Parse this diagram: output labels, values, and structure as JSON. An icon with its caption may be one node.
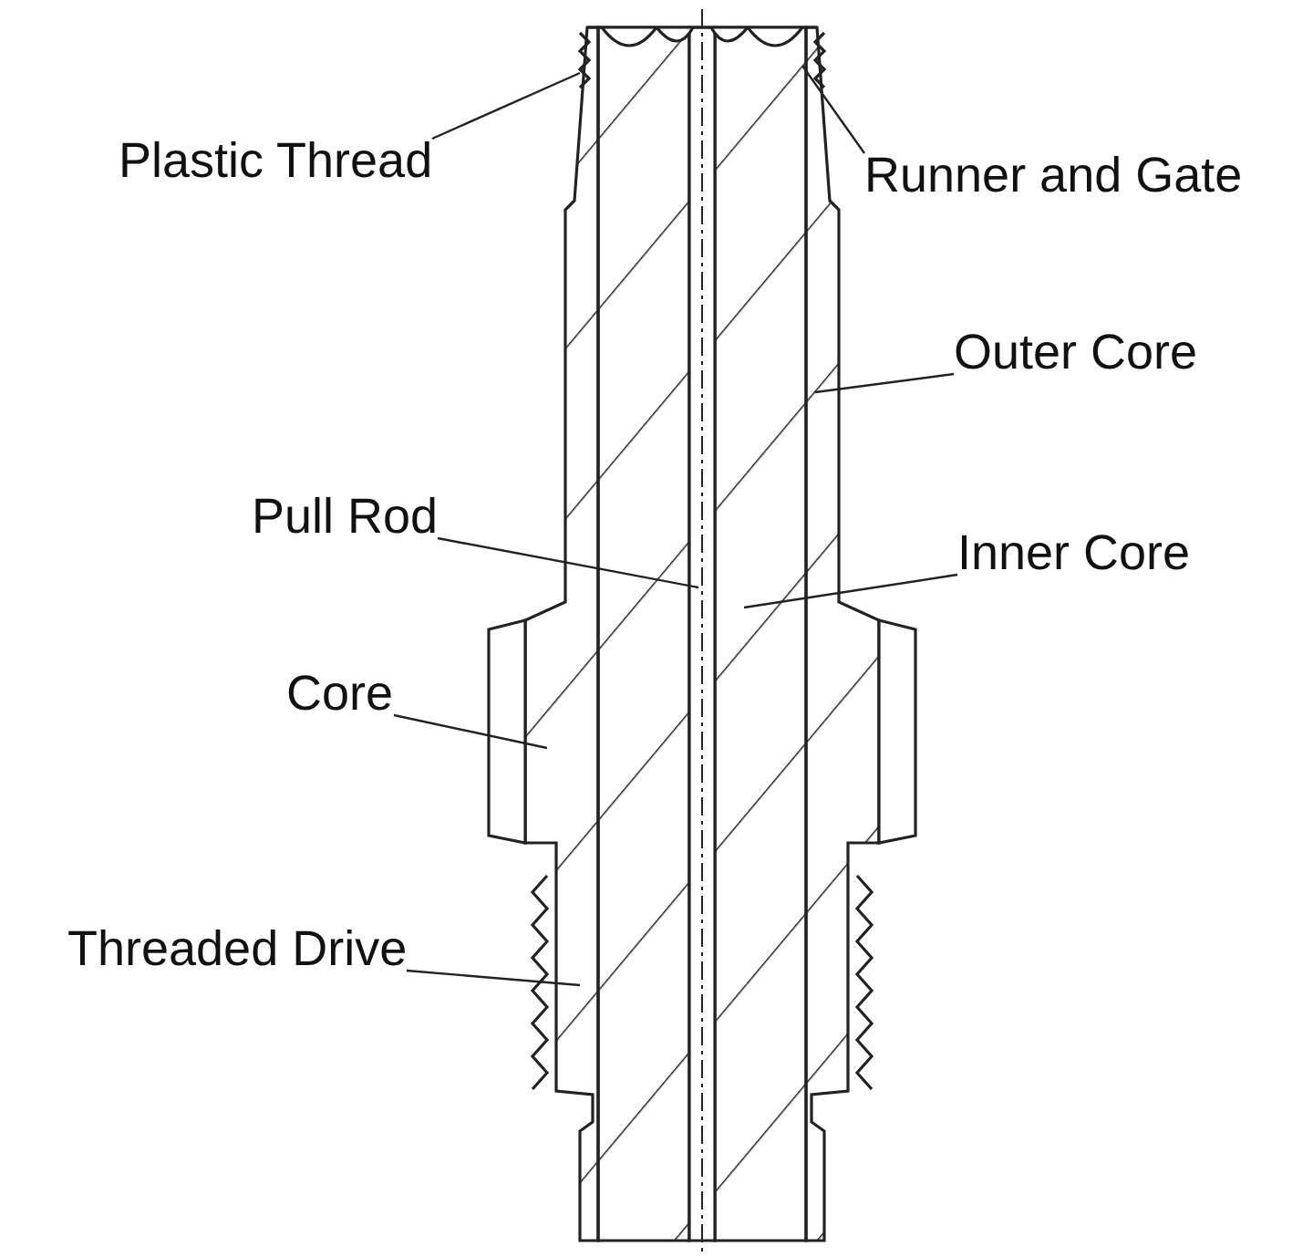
{
  "diagram": {
    "nodes": [
      {
        "text": [
          "Plastic Thread"
        ]
      },
      {
        "text": [
          "Runner and Gate"
        ]
      },
      {
        "text": [
          "Outer Core"
        ]
      },
      {
        "text": [
          "Pull Rod"
        ]
      },
      {
        "text": [
          "Inner Core"
        ]
      },
      {
        "text": [
          "Core"
        ]
      },
      {
        "text": [
          "Threaded Drive"
        ]
      }
    ],
    "edges": [
      {
        "from": 0,
        "to": null,
        "arrow": "none"
      },
      {
        "from": 1,
        "to": null,
        "arrow": "none"
      },
      {
        "from": 2,
        "to": null,
        "arrow": "none"
      },
      {
        "from": 3,
        "to": null,
        "arrow": "none"
      },
      {
        "from": 4,
        "to": null,
        "arrow": "none"
      },
      {
        "from": 5,
        "to": null,
        "arrow": "none"
      },
      {
        "from": 6,
        "to": null,
        "arrow": "none"
      }
    ]
  }
}
